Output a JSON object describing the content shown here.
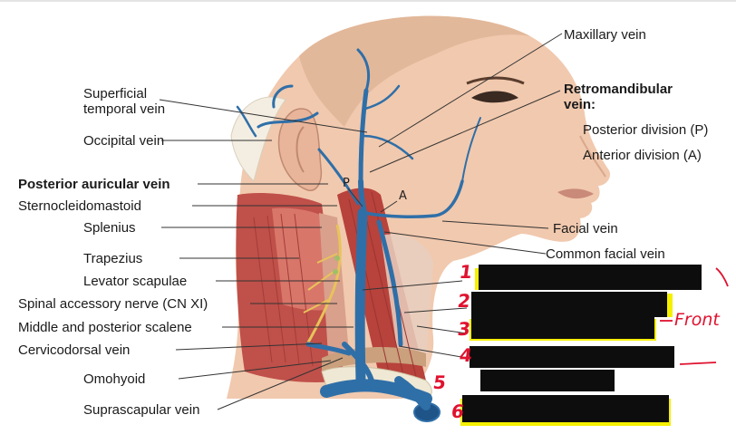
{
  "labels": {
    "superficial_temporal_1": "Superficial",
    "superficial_temporal_2": "temporal vein",
    "occipital": "Occipital vein",
    "posterior_auricular": "Posterior auricular vein",
    "sternocleidomastoid": "Sternocleidomastoid",
    "splenius": "Splenius",
    "trapezius": "Trapezius",
    "levator_scapulae": "Levator scapulae",
    "spinal_accessory": "Spinal accessory nerve (CN XI)",
    "scalene": "Middle and posterior scalene",
    "cervicodorsal": "Cervicodorsal vein",
    "omohyoid": "Omohyoid",
    "suprascapular": "Suprascapular vein",
    "maxillary": "Maxillary vein",
    "retromandibular_1": "Retromandibular",
    "retromandibular_2": "vein:",
    "posterior_division": "Posterior division (P)",
    "anterior_division": "Anterior division (A)",
    "facial": "Facial vein",
    "common_facial": "Common facial vein"
  },
  "markers": {
    "p": "P",
    "a": "A"
  },
  "annotations": {
    "numbers": [
      "1",
      "2",
      "3",
      "4",
      "5",
      "6"
    ],
    "handwritten_note": "Front"
  },
  "colors": {
    "vein": "#2f6fa8",
    "muscle": "#c0504a",
    "skin": "#f1c9ae",
    "nerve": "#e8c35a",
    "red_ink": "#e0122f",
    "highlight": "#f5f000"
  }
}
